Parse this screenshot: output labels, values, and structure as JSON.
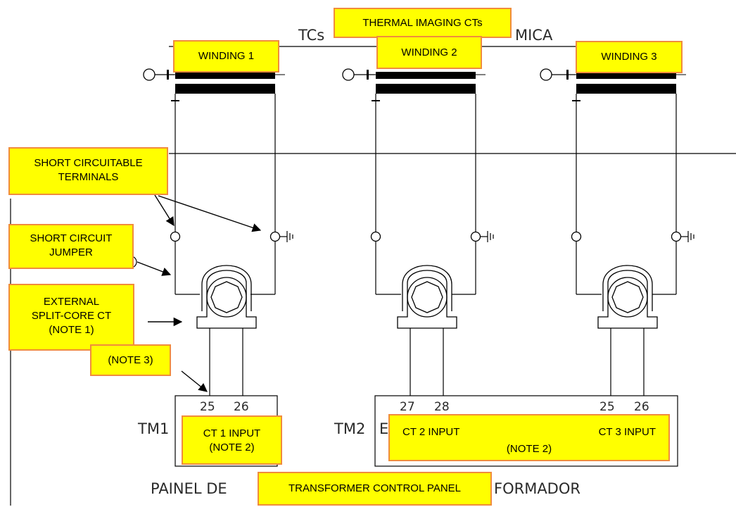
{
  "colors": {
    "callout_fill": "#ffff00",
    "callout_border": "#f08c3c",
    "line": "#000000",
    "cad_text": "#2a2a2a"
  },
  "background_text": {
    "tcs_left": "TCs",
    "tcs_right": "MICA",
    "tm1": "TM1",
    "tm2": "TM2",
    "tm2_suffix": "E",
    "panel_left": "PAINEL  DE",
    "panel_right": "FORMADOR"
  },
  "terminals": {
    "tm1_a": "25",
    "tm1_b": "26",
    "tm2_a": "27",
    "tm2_b": "28",
    "tm3_a": "25",
    "tm3_b": "26"
  },
  "callouts": {
    "thermal_imaging": "THERMAL IMAGING CTs",
    "winding_1": "WINDING 1",
    "winding_2": "WINDING 2",
    "winding_3": "WINDING 3",
    "short_circuitable": [
      "SHORT CIRCUITABLE",
      "TERMINALS"
    ],
    "short_circuit_jumper": [
      "SHORT CIRCUIT",
      "JUMPER"
    ],
    "external_ct": [
      "EXTERNAL",
      "SPLIT-CORE CT",
      "(NOTE 1)"
    ],
    "note_3": "(NOTE 3)",
    "ct1_input": [
      "CT 1 INPUT",
      "(NOTE 2)"
    ],
    "ct2_input": "CT 2 INPUT",
    "ct3_input": "CT 3 INPUT",
    "ct23_note": "(NOTE 2)",
    "panel": "TRANSFORMER CONTROL PANEL"
  }
}
